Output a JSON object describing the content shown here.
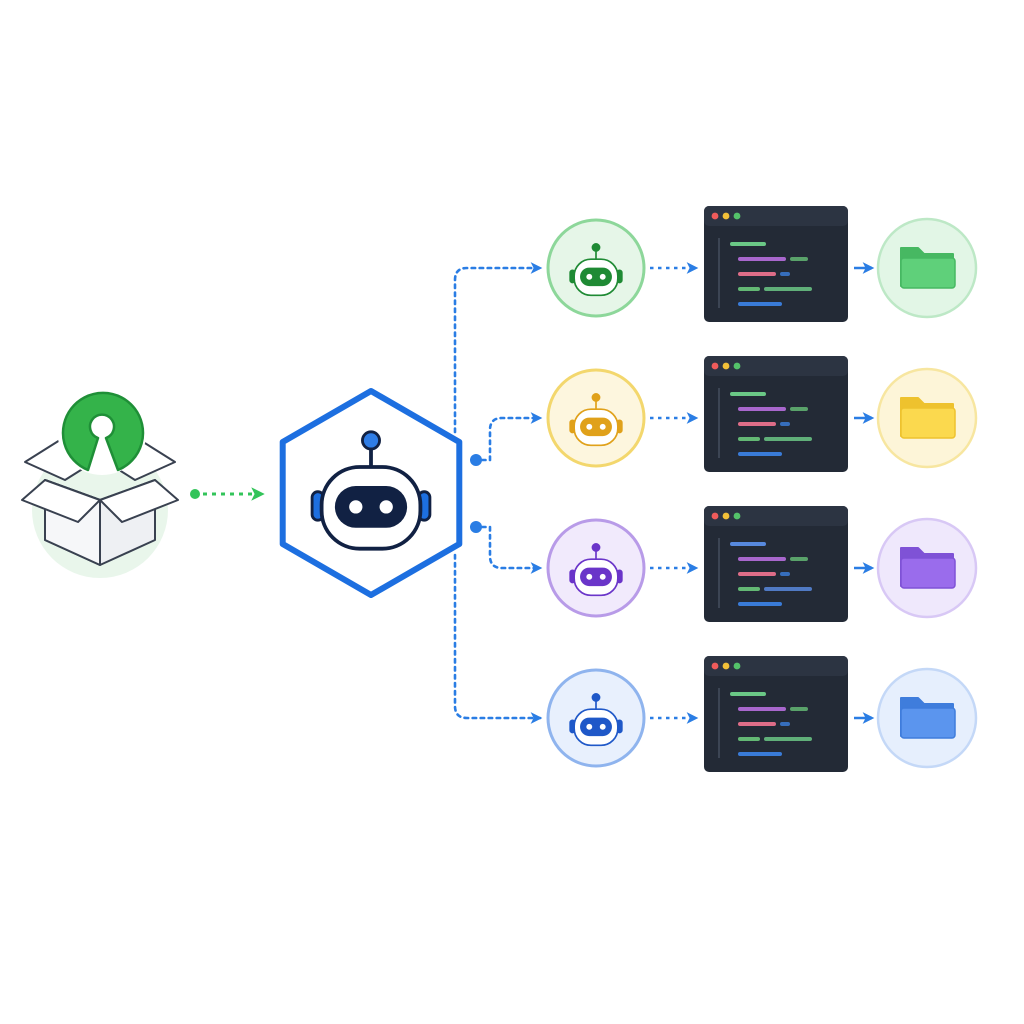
{
  "source": {
    "icon": "open-source-package-icon",
    "logo_color": "#34b34a",
    "logo_dark": "#1f8f37",
    "box_stroke": "#394150",
    "box_fill": "#eef0f3",
    "glow": "#e3f4e6"
  },
  "source_arrow_color": "#33c45a",
  "orchestrator": {
    "icon": "orchestrator-robot-icon",
    "border_color": "#1d6fe0",
    "antenna_color": "#2f7de6",
    "face_color": "#112143",
    "accent_color": "#1d6fe0"
  },
  "branch_line_color": "#2a7de4",
  "pipelines": [
    {
      "name": "green",
      "agent_icon": "robot-icon",
      "agent_color": "#1f8a34",
      "agent_bg": "#e6f6e8",
      "agent_ring": "#8dd79a",
      "code_lines": [
        "#6fd18b",
        "#b06ad6",
        "#e9718d",
        "#67c078",
        "#3b7fe0"
      ],
      "folder_icon": "folder-icon",
      "folder_fill": "#5fd07a",
      "folder_back": "#47b862",
      "folder_bg": "#e2f6e6",
      "folder_ring": "#bde8c6"
    },
    {
      "name": "yellow",
      "agent_icon": "robot-icon",
      "agent_color": "#e0a11a",
      "agent_bg": "#fdf6de",
      "agent_ring": "#f3d76d",
      "code_lines": [
        "#6fd18b",
        "#b06ad6",
        "#e9718d",
        "#67c078",
        "#3b7fe0"
      ],
      "folder_icon": "folder-icon",
      "folder_fill": "#fbd94e",
      "folder_back": "#eec22e",
      "folder_bg": "#fdf5d8",
      "folder_ring": "#f7e6a0"
    },
    {
      "name": "purple",
      "agent_icon": "robot-icon",
      "agent_color": "#6a35c9",
      "agent_bg": "#f1eafc",
      "agent_ring": "#b89be8",
      "code_lines": [
        "#5b8ee8",
        "#b06ad6",
        "#e9718d",
        "#67c078",
        "#3b7fe0"
      ],
      "folder_icon": "folder-icon",
      "folder_fill": "#9a6cec",
      "folder_back": "#7f52d6",
      "folder_bg": "#efe8fc",
      "folder_ring": "#d8c8f5"
    },
    {
      "name": "blue",
      "agent_icon": "robot-icon",
      "agent_color": "#1f58c8",
      "agent_bg": "#e8f0fd",
      "agent_ring": "#8fb4ee",
      "code_lines": [
        "#6fd18b",
        "#b06ad6",
        "#e9718d",
        "#67c078",
        "#3b7fe0"
      ],
      "folder_icon": "folder-icon",
      "folder_fill": "#5b95ee",
      "folder_back": "#3f7ddc",
      "folder_bg": "#e6effd",
      "folder_ring": "#c4d8f7"
    }
  ],
  "code_window": {
    "bg": "#232a36",
    "titlebar": "#2c3442",
    "dots": [
      "#ef5b5b",
      "#f2c038",
      "#54c26a"
    ],
    "gutter": "#3c4554"
  }
}
